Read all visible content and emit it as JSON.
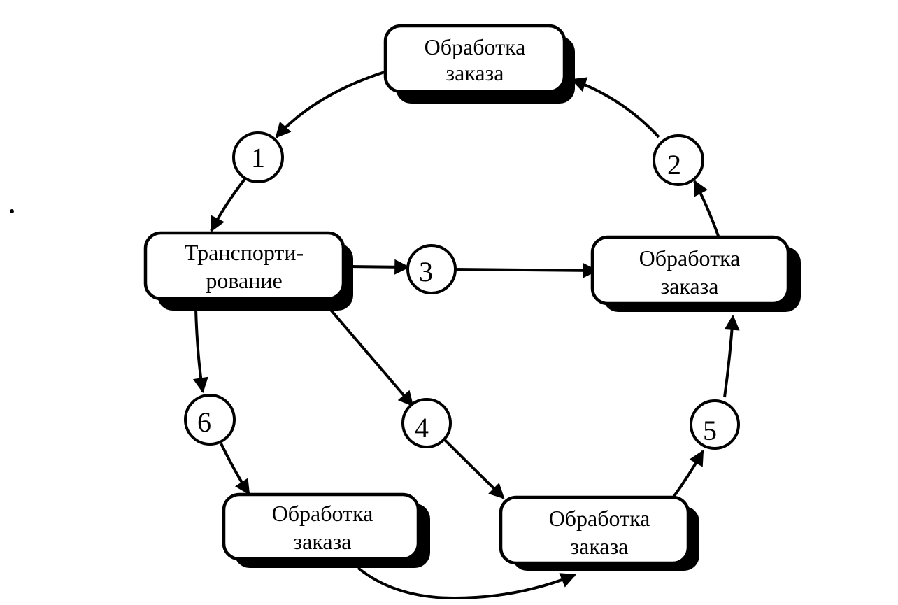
{
  "boxes": {
    "top": {
      "line1": "Обработка",
      "line2": "заказа"
    },
    "left": {
      "line1": "Транспорти-",
      "line2": "рование"
    },
    "right": {
      "line1": "Обработка",
      "line2": "заказа"
    },
    "bottom_left": {
      "line1": "Обработка",
      "line2": "заказа"
    },
    "bottom_right": {
      "line1": "Обработка",
      "line2": "заказа"
    }
  },
  "nodes": {
    "n1": "1",
    "n2": "2",
    "n3": "3",
    "n4": "4",
    "n5": "5",
    "n6": "6"
  },
  "colors": {
    "ink": "#000000",
    "paper": "#ffffff"
  }
}
